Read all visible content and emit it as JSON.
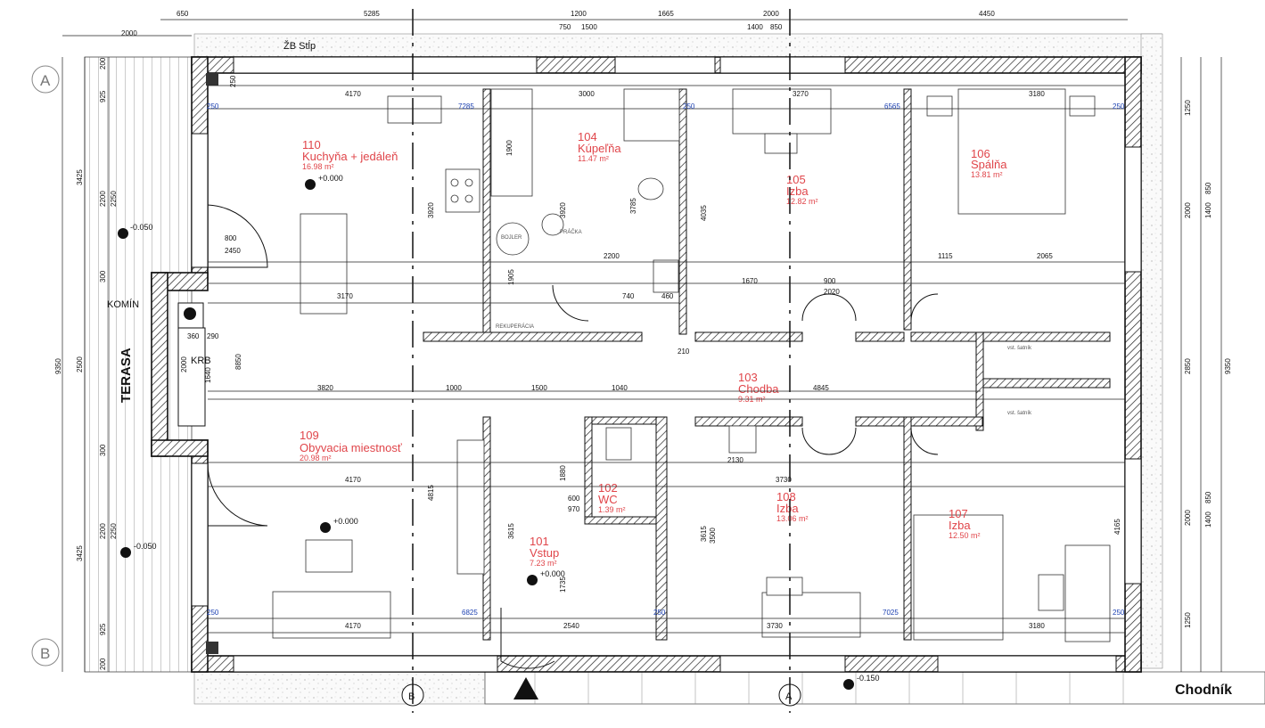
{
  "rooms": [
    {
      "key": "r110",
      "number": "110",
      "name": "Kuchyňa + jedáleň",
      "area": "16.98 m²"
    },
    {
      "key": "r104",
      "number": "104",
      "name": "Kúpeľňa",
      "area": "11.47 m²"
    },
    {
      "key": "r105",
      "number": "105",
      "name": "Izba",
      "area": "12.82 m²"
    },
    {
      "key": "r106",
      "number": "106",
      "name": "Spálňa",
      "area": "13.81 m²"
    },
    {
      "key": "r103",
      "number": "103",
      "name": "Chodba",
      "area": "9.31 m²"
    },
    {
      "key": "r109",
      "number": "109",
      "name": "Obyvacia miestnosť",
      "area": "20.98 m²"
    },
    {
      "key": "r102",
      "number": "102",
      "name": "WC",
      "area": "1.39 m²"
    },
    {
      "key": "r101",
      "number": "101",
      "name": "Vstup",
      "area": "7.23 m²"
    },
    {
      "key": "r108",
      "number": "108",
      "name": "Izba",
      "area": "13.06 m²"
    },
    {
      "key": "r107",
      "number": "107",
      "name": "Izba",
      "area": "12.50 m²"
    }
  ],
  "labels": {
    "terrace": "TERASA",
    "chimney": "KOMÍN",
    "fireplace": "KRB",
    "column": "ŽB Stĺp",
    "sidewalk": "Chodník",
    "boiler": "BOJLER",
    "washer": "PRÁČKA",
    "recuperation": "REKUPERÁCIA",
    "wardrobe": "vst. šatník"
  },
  "axes": {
    "a": "A",
    "b": "B",
    "section_a": "A",
    "section_b": "B"
  },
  "levels": {
    "kitchen": "+0.000",
    "living": "+0.000",
    "entrance": "+0.000",
    "terrace_top": "-0.050",
    "terrace_bottom": "-0.050",
    "sidewalk": "-0.150"
  },
  "dimensions": {
    "top": [
      "650",
      "5285",
      "1200",
      "1665",
      "2000",
      "4450",
      "750",
      "1500",
      "1400",
      "850",
      "2000"
    ],
    "left": [
      "9350",
      "3425",
      "2500",
      "3425",
      "925",
      "925",
      "300",
      "300",
      "2200",
      "2250",
      "2200",
      "2250",
      "200",
      "200"
    ],
    "right": [
      "9350",
      "1250",
      "2000",
      "2850",
      "2000",
      "1250",
      "1400",
      "850",
      "1400",
      "850"
    ],
    "interior": [
      "4170",
      "3000",
      "3270",
      "3180",
      "3170",
      "3820",
      "4170",
      "4170",
      "3920",
      "3920",
      "3785",
      "4035",
      "2200",
      "1670",
      "1115",
      "2065",
      "900",
      "2020",
      "4845",
      "2130",
      "3730",
      "3730",
      "3180",
      "2540",
      "1500",
      "1040",
      "1000",
      "800",
      "2450",
      "1905",
      "1900",
      "3615",
      "3500",
      "3615",
      "4815",
      "4165",
      "1735",
      "1880",
      "740",
      "460",
      "600",
      "970",
      "250",
      "210",
      "8850",
      "1640",
      "2000",
      "360",
      "290"
    ],
    "blue": [
      "7285",
      "6565",
      "6825",
      "7025",
      "250",
      "250",
      "250",
      "250",
      "250",
      "250"
    ]
  },
  "colors": {
    "room_text": "#e0454a",
    "blue_dim": "#1a3fb0",
    "wall": "#111111",
    "hatch": "#9a9a9a"
  }
}
